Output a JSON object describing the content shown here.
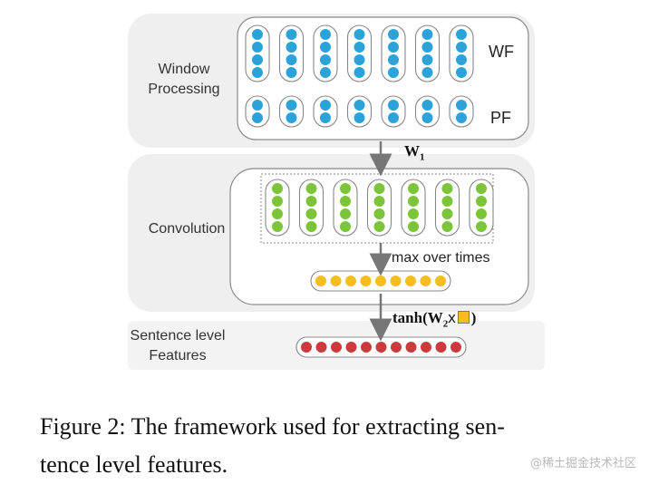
{
  "stages": {
    "window": {
      "line1": "Window",
      "line2": "Processing",
      "wf": "WF",
      "pf": "PF"
    },
    "convolution": {
      "label": "Convolution",
      "pool": "max over times"
    },
    "sentence": {
      "line1": "Sentence level",
      "line2": "Features"
    }
  },
  "arrows": {
    "w1_main": "W",
    "w1_sub": "1",
    "tanh_prefix": "tanh(W",
    "tanh_sub": "2",
    "tanh_x": "x",
    "tanh_close": ")"
  },
  "caption": {
    "line1": "Figure 2: The framework used for extracting sen-",
    "line2": "tence level features."
  },
  "watermark": "@稀土掘金技术社区",
  "colors": {
    "wf_dot": "#2ba3d8",
    "pf_dot": "#2ba3d8",
    "conv_dot": "#7cc43a",
    "pool_dot": "#f5be1e",
    "feature_dot": "#cc3b3b",
    "panel_bg": "#efefef"
  },
  "structure": {
    "wf_columns": 7,
    "wf_dots_per_column": 4,
    "pf_columns": 7,
    "pf_dots_per_column": 2,
    "conv_columns": 7,
    "conv_dots_per_column": 4,
    "pool_dots": 9,
    "feature_dots": 11
  }
}
